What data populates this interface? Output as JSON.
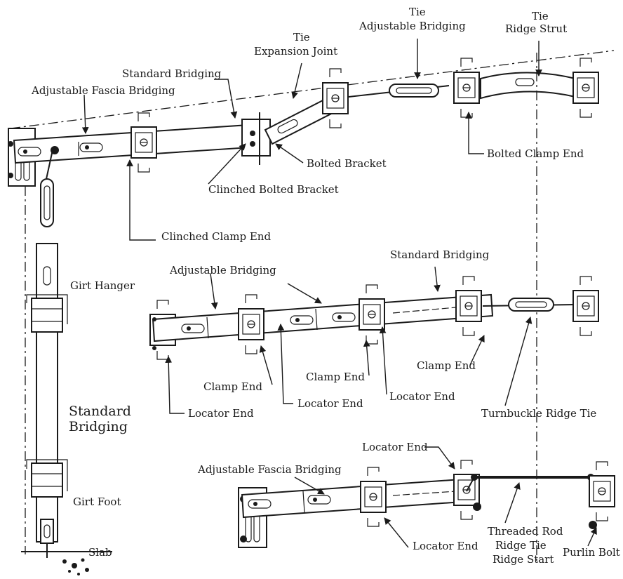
{
  "labels": {
    "tie_ridge_strut_1": "Tie",
    "tie_ridge_strut_2": "Ridge Strut",
    "tie_adjustable_bridging_1": "Tie",
    "tie_adjustable_bridging_2": "Adjustable Bridging",
    "tie_expansion_joint_1": "Tie",
    "tie_expansion_joint_2": "Expansion Joint",
    "standard_bridging_top": "Standard Bridging",
    "adjustable_fascia_bridging_top": "Adjustable Fascia Bridging",
    "bolted_bracket": "Bolted Bracket",
    "bolted_clamp_end": "Bolted Clamp End",
    "clinched_bolted_bracket": "Clinched Bolted Bracket",
    "clinched_clamp_end": "Clinched Clamp End",
    "girt_hanger": "Girt Hanger",
    "standard_bridging_vertical_1": "Standard",
    "standard_bridging_vertical_2": "Bridging",
    "girt_foot": "Girt Foot",
    "slab": "Slab",
    "adjustable_bridging_mid": "Adjustable Bridging",
    "standard_bridging_mid": "Standard Bridging",
    "clamp_end_1": "Clamp End",
    "clamp_end_2": "Clamp End",
    "clamp_end_3": "Clamp End",
    "locator_end_1": "Locator End",
    "locator_end_2": "Locator End",
    "locator_end_3": "Locator End",
    "turnbuckle_ridge_tie": "Turnbuckle Ridge Tie",
    "locator_end_bottom_top": "Locator End",
    "adjustable_fascia_bridging_bottom": "Adjustable Fascia Bridging",
    "locator_end_bottom": "Locator End",
    "threaded_rod_1": "Threaded Rod",
    "threaded_rod_2": "Ridge Tie",
    "threaded_rod_3": "Ridge Start",
    "purlin_bolt": "Purlin Bolt"
  }
}
